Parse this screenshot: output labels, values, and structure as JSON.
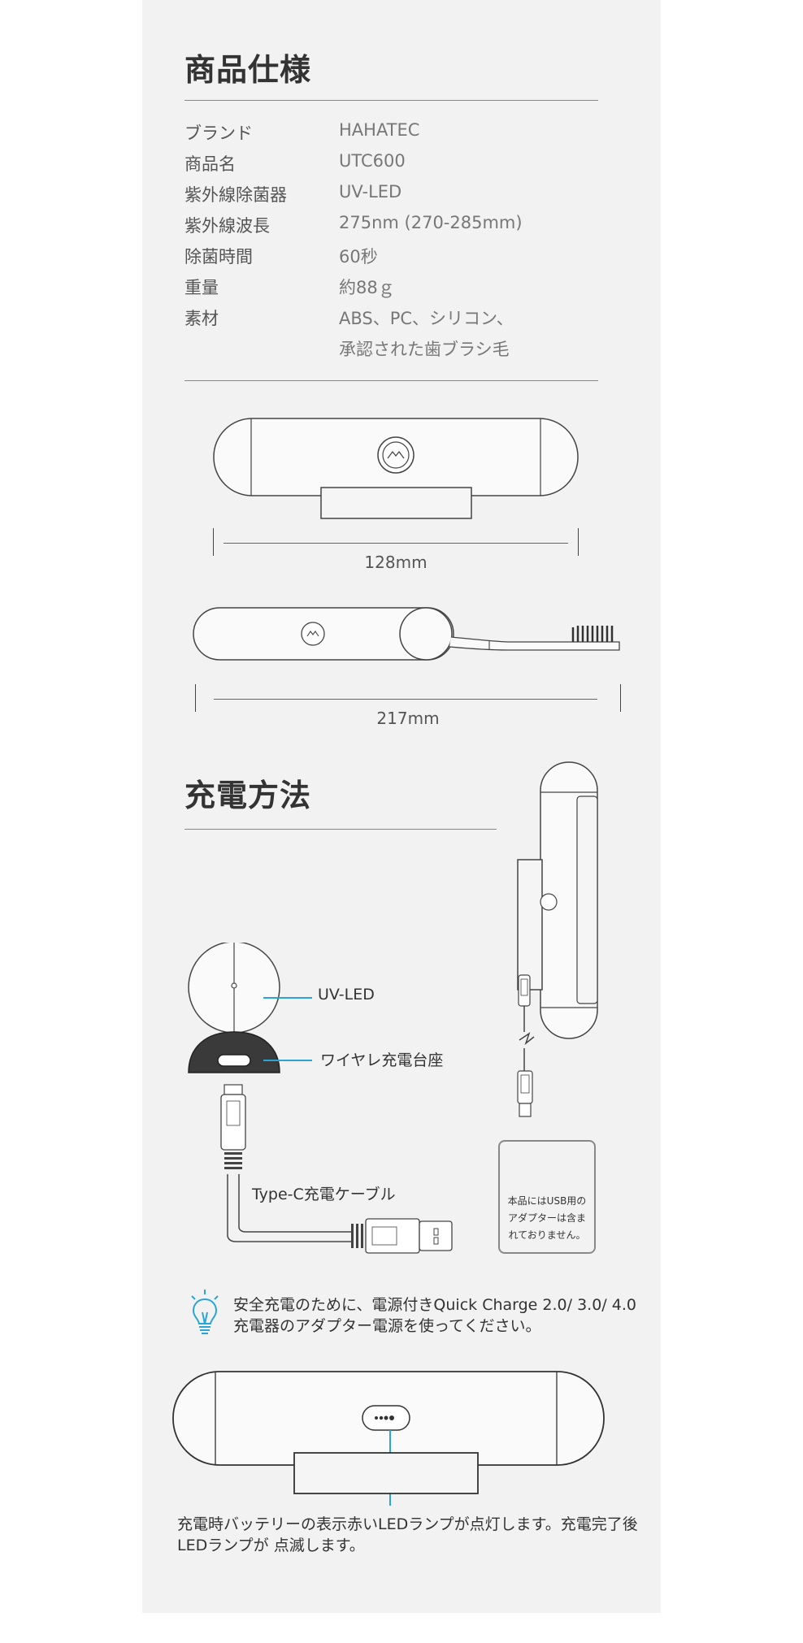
{
  "specs": {
    "title": "商品仕様",
    "rows": [
      {
        "key": "ブランド",
        "value": "HAHATEC"
      },
      {
        "key": "商品名",
        "value": "UTC600"
      },
      {
        "key": "紫外線除菌器",
        "value": "UV-LED"
      },
      {
        "key": "紫外線波長",
        "value": "275nm (270-285mm)"
      },
      {
        "key": "除菌時間",
        "value": "60秒"
      },
      {
        "key": "重量",
        "value": "約88ｇ"
      },
      {
        "key": "素材",
        "value": "ABS、PC、シリコン、",
        "value2": "承認された歯ブラシ毛"
      }
    ]
  },
  "dimensions": {
    "device_width": "128mm",
    "with_brush_width": "217mm"
  },
  "charging": {
    "title": "充電方法",
    "uv_led_label": "UV-LED",
    "base_label": "ワイヤレ充電台座",
    "cable_label": "Type-C充電ケーブル",
    "adapter_note_line1": "本品にはUSB用の",
    "adapter_note_line2": "アダプターは含ま",
    "adapter_note_line3": "れておりません。",
    "tip_line1": "安全充電のために、電源付きQuick Charge 2.0/ 3.0/ 4.0",
    "tip_line2": "充電器のアダプター電源を使ってください。",
    "led_note_line1": "充電時バッテリーの表示赤いLEDランプが点灯します。充電完了後",
    "led_note_line2": "LEDランプが 点滅します。"
  },
  "colors": {
    "accent": "#2aa6d6",
    "panel": "#f2f2f2"
  }
}
